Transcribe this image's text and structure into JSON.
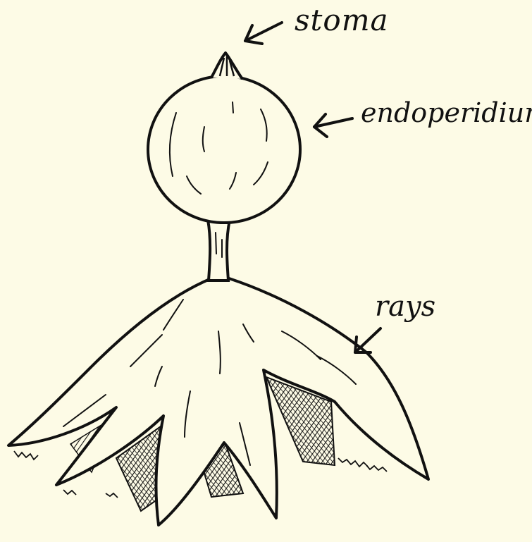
{
  "labels": {
    "stoma": "stoma",
    "endoperidium": "endoperidium",
    "rays": "rays"
  },
  "colors": {
    "background": "#fdfbe6",
    "ink": "#111111",
    "fill": "#fdfbe6"
  }
}
